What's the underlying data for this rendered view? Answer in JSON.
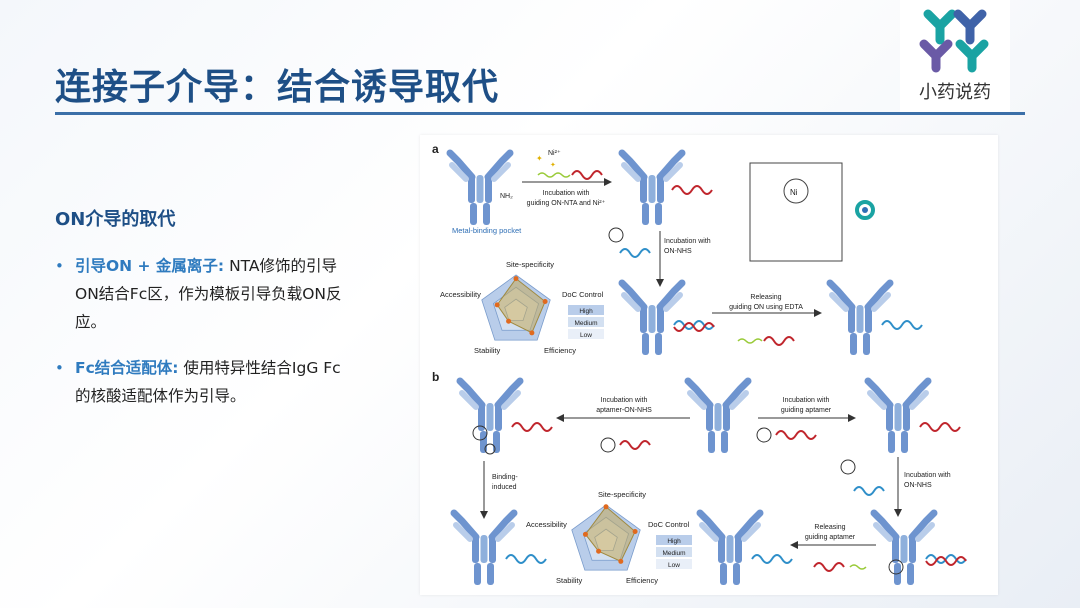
{
  "title": "连接子介导：结合诱导取代",
  "logo": {
    "text": "小药说药",
    "colors": [
      "#1aa3a3",
      "#3f62a8",
      "#6a5aa6"
    ]
  },
  "section_title": "ON介导的取代",
  "bullets": [
    {
      "keyword": "引导ON + 金属离子:",
      "text": " NTA修饰的引导ON结合Fc区，作为模板引导负载ON反应。"
    },
    {
      "keyword": "Fc结合适配体:",
      "text": " 使用特异性结合IgG Fc的核酸适配体作为引导。"
    }
  ],
  "figure": {
    "panel_a": {
      "label": "a",
      "metal_pocket": "Metal-binding pocket",
      "nh2": "NH₂",
      "ni": "Ni²⁺",
      "step1": [
        "Incubation with",
        "guiding ON-NTA and Ni²⁺"
      ],
      "step2": [
        "Incubation with",
        "ON-NHS"
      ],
      "step3": [
        "Releasing",
        "guiding ON using EDTA"
      ]
    },
    "panel_b": {
      "label": "b",
      "step_left": [
        "Incubation with",
        "aptamer-ON-NHS"
      ],
      "step_right": [
        "Incubation with",
        "guiding aptamer"
      ],
      "step_down_right": [
        "Incubation with",
        "ON-NHS"
      ],
      "step_down_left": [
        "Binding-",
        "induced"
      ],
      "step_release": [
        "Releasing",
        "guiding aptamer"
      ]
    },
    "radar_labels": {
      "site": "Site-specificity",
      "access": "Accessibility",
      "doc": "DoC Control",
      "stability": "Stability",
      "efficiency": "Efficiency"
    },
    "legend": [
      "High",
      "Medium",
      "Low"
    ],
    "radar_a": {
      "site": 0.9,
      "doc": 0.85,
      "efficiency": 0.75,
      "stability": 0.35,
      "access": 0.55
    },
    "radar_b": {
      "site": 0.95,
      "doc": 0.85,
      "efficiency": 0.7,
      "stability": 0.35,
      "access": 0.6
    }
  }
}
